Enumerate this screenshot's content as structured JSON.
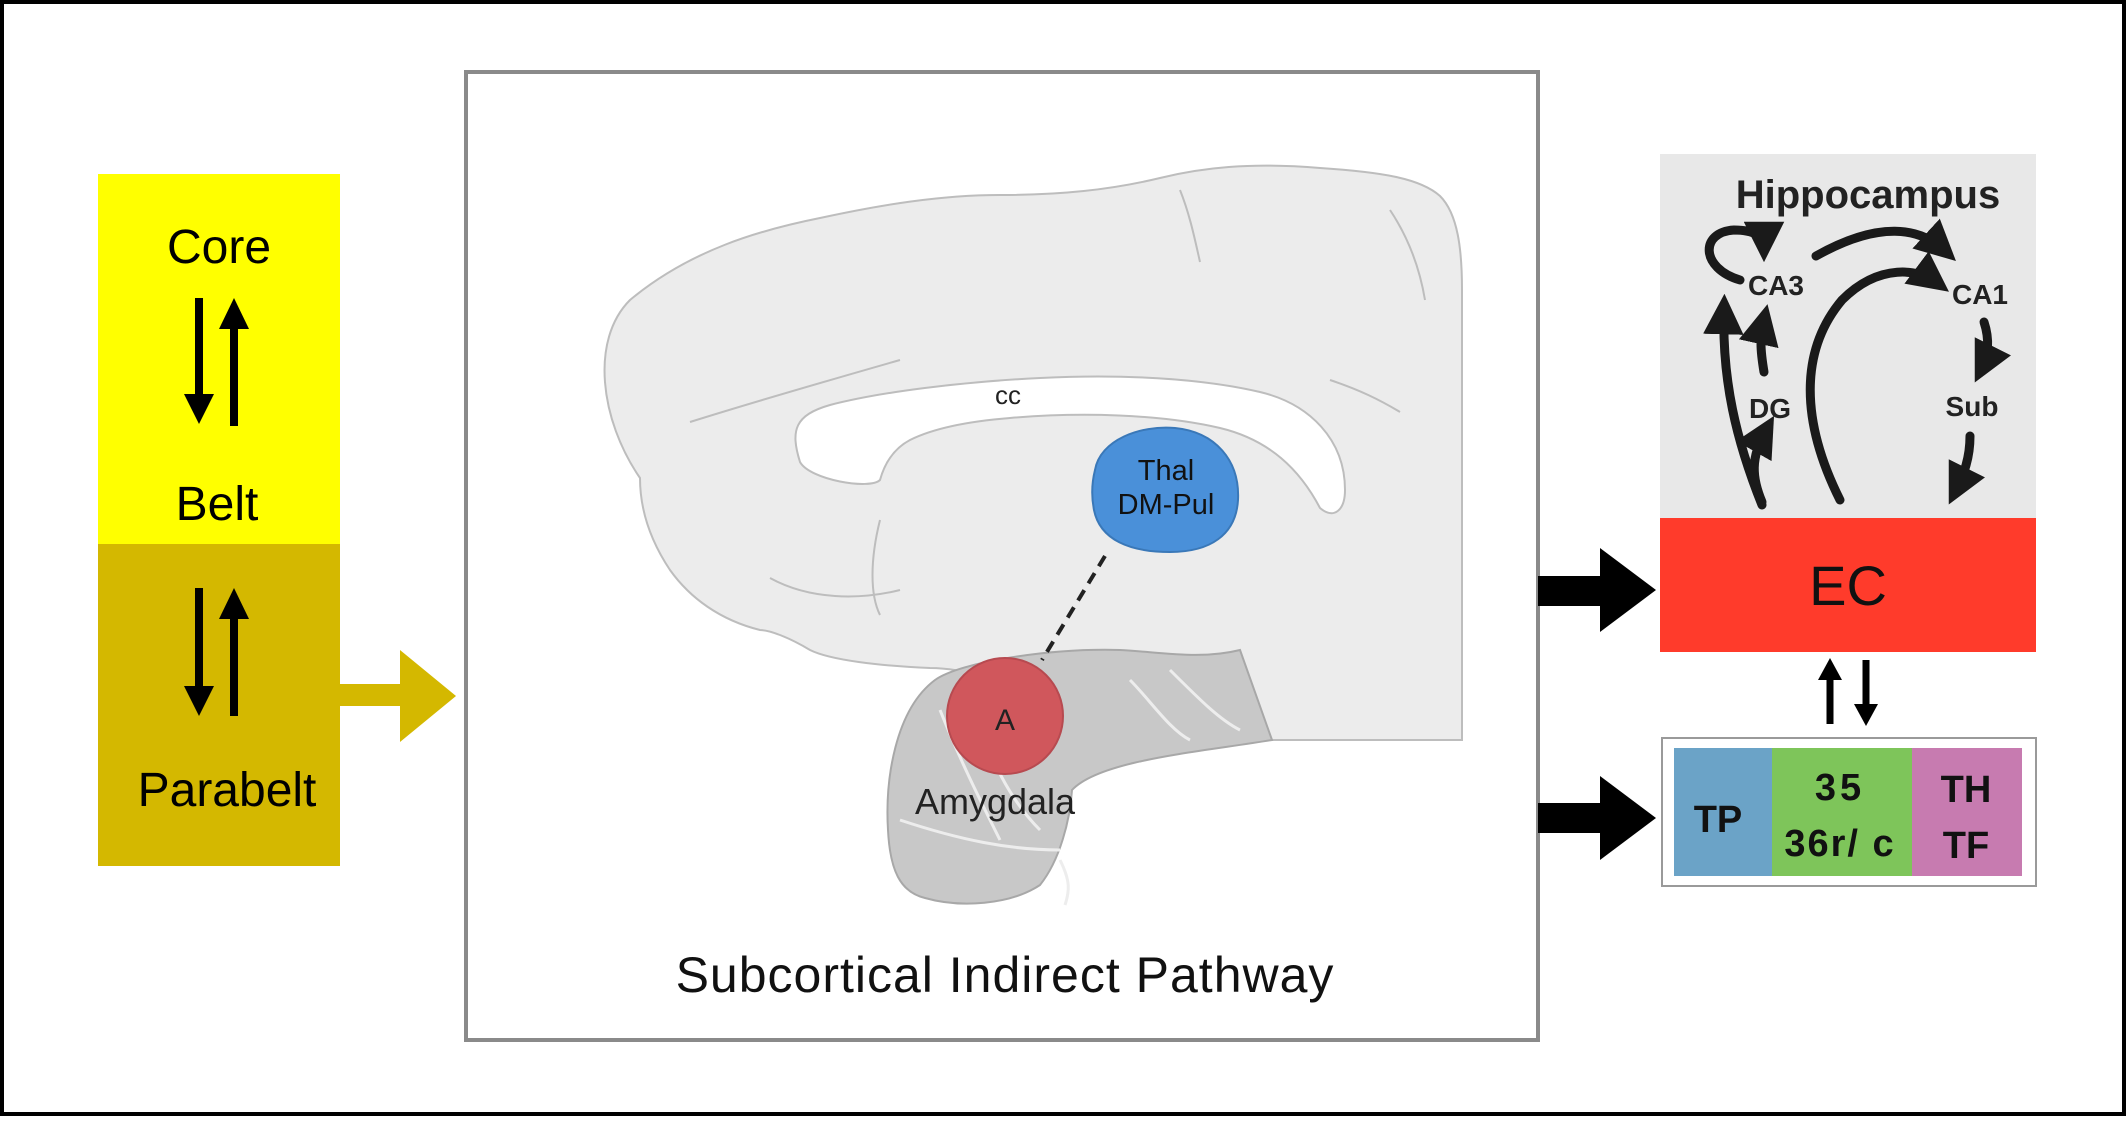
{
  "auditory_column": {
    "core": "Core",
    "belt": "Belt",
    "parabelt": "Parabelt",
    "colors": {
      "core_belt": "#ffff00",
      "parabelt": "#d4b800",
      "arrow": "#d4b800"
    }
  },
  "brain_panel": {
    "caption": "Subcortical Indirect Pathway",
    "cc_label": "cc",
    "thal_line1": "Thal",
    "thal_line2": "DM-Pul",
    "amygdala_abbrev": "A",
    "amygdala_label": "Amygdala",
    "colors": {
      "brain_fill": "#ececec",
      "temporal_fill": "#c8c8c8",
      "thalamus": "#4a90d9",
      "amygdala": "#d0575c"
    }
  },
  "hippocampus_panel": {
    "title": "Hippocampus",
    "ca3": "CA3",
    "ca1": "CA1",
    "dg": "DG",
    "sub": "Sub",
    "ec": "EC",
    "colors": {
      "background": "#e8e8e8",
      "ec": "#ff3b2b"
    }
  },
  "cortex_panel": {
    "tp": "TP",
    "area_35": "35",
    "area_36": "36r/ c",
    "th": "TH",
    "tf": "TF",
    "colors": {
      "tp": "#6ba3c7",
      "area35_36": "#7ec55a",
      "th_tf": "#c77bb0"
    }
  }
}
